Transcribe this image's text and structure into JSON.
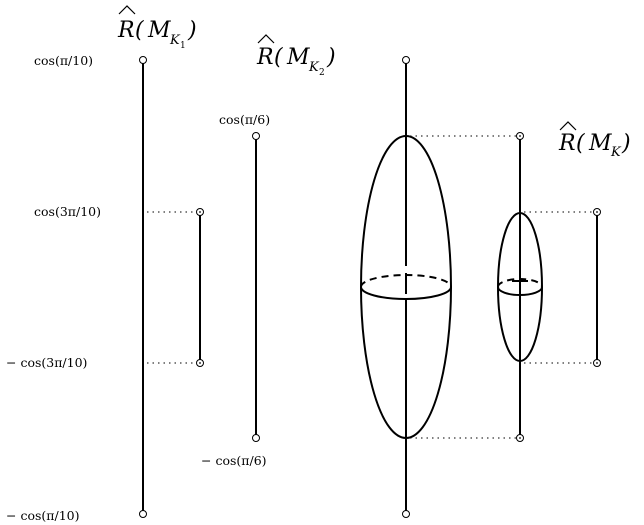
{
  "titles": {
    "r1": {
      "base": "R",
      "paren_open": "(",
      "m": "M",
      "k": "K",
      "idx": "1",
      "paren_close": ")"
    },
    "r2": {
      "base": "R",
      "paren_open": "(",
      "m": "M",
      "k": "K",
      "idx": "2",
      "paren_close": ")"
    },
    "rk": {
      "base": "R",
      "paren_open": "(",
      "m": "M",
      "k": "K",
      "paren_close": ")"
    }
  },
  "labels": {
    "cos_pi_10": "cos(π/10)",
    "cos_3pi_10": "cos(3π/10)",
    "neg_cos_3pi_10": "− cos(3π/10)",
    "neg_cos_pi_10": "− cos(π/10)",
    "cos_pi_6": "cos(π/6)",
    "neg_cos_pi_6": "− cos(π/6)"
  },
  "colors": {
    "ink": "#000000",
    "background": "#ffffff"
  }
}
